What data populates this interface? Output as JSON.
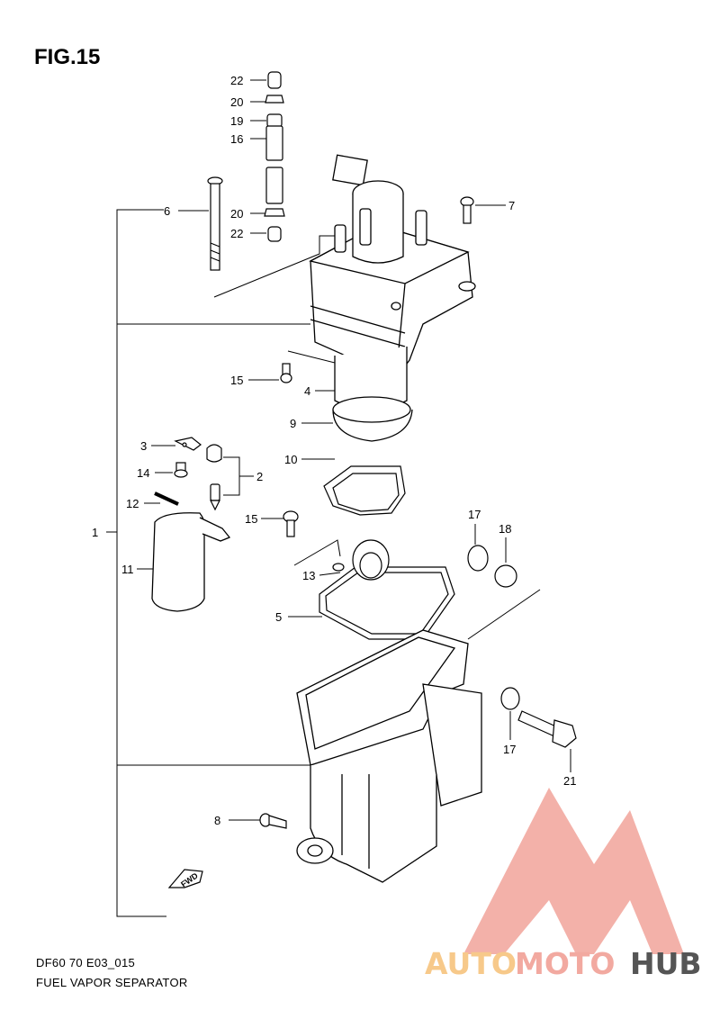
{
  "figure": {
    "title": "FIG.15",
    "code": "DF60 70 E03_015",
    "name": "FUEL VAPOR SEPARATOR"
  },
  "callouts": {
    "c22a": "22",
    "c20a": "20",
    "c19": "19",
    "c16": "16",
    "c6": "6",
    "c20b": "20",
    "c22b": "22",
    "c7": "7",
    "c15a": "15",
    "c4": "4",
    "c9": "9",
    "c3": "3",
    "c14": "14",
    "c2": "2",
    "c12": "12",
    "c10": "10",
    "c1": "1",
    "c11": "11",
    "c15b": "15",
    "c17a": "17",
    "c18": "18",
    "c13": "13",
    "c5": "5",
    "c17b": "17",
    "c21": "21",
    "c8": "8"
  },
  "fwd_arrow": "FWD",
  "watermark": {
    "part1": "AUTO",
    "part2": "MOTO",
    "part3": "HUB",
    "color_primary": "#f2a9a0",
    "color_secondary": "#f7c98a",
    "color_dark": "#555555"
  }
}
